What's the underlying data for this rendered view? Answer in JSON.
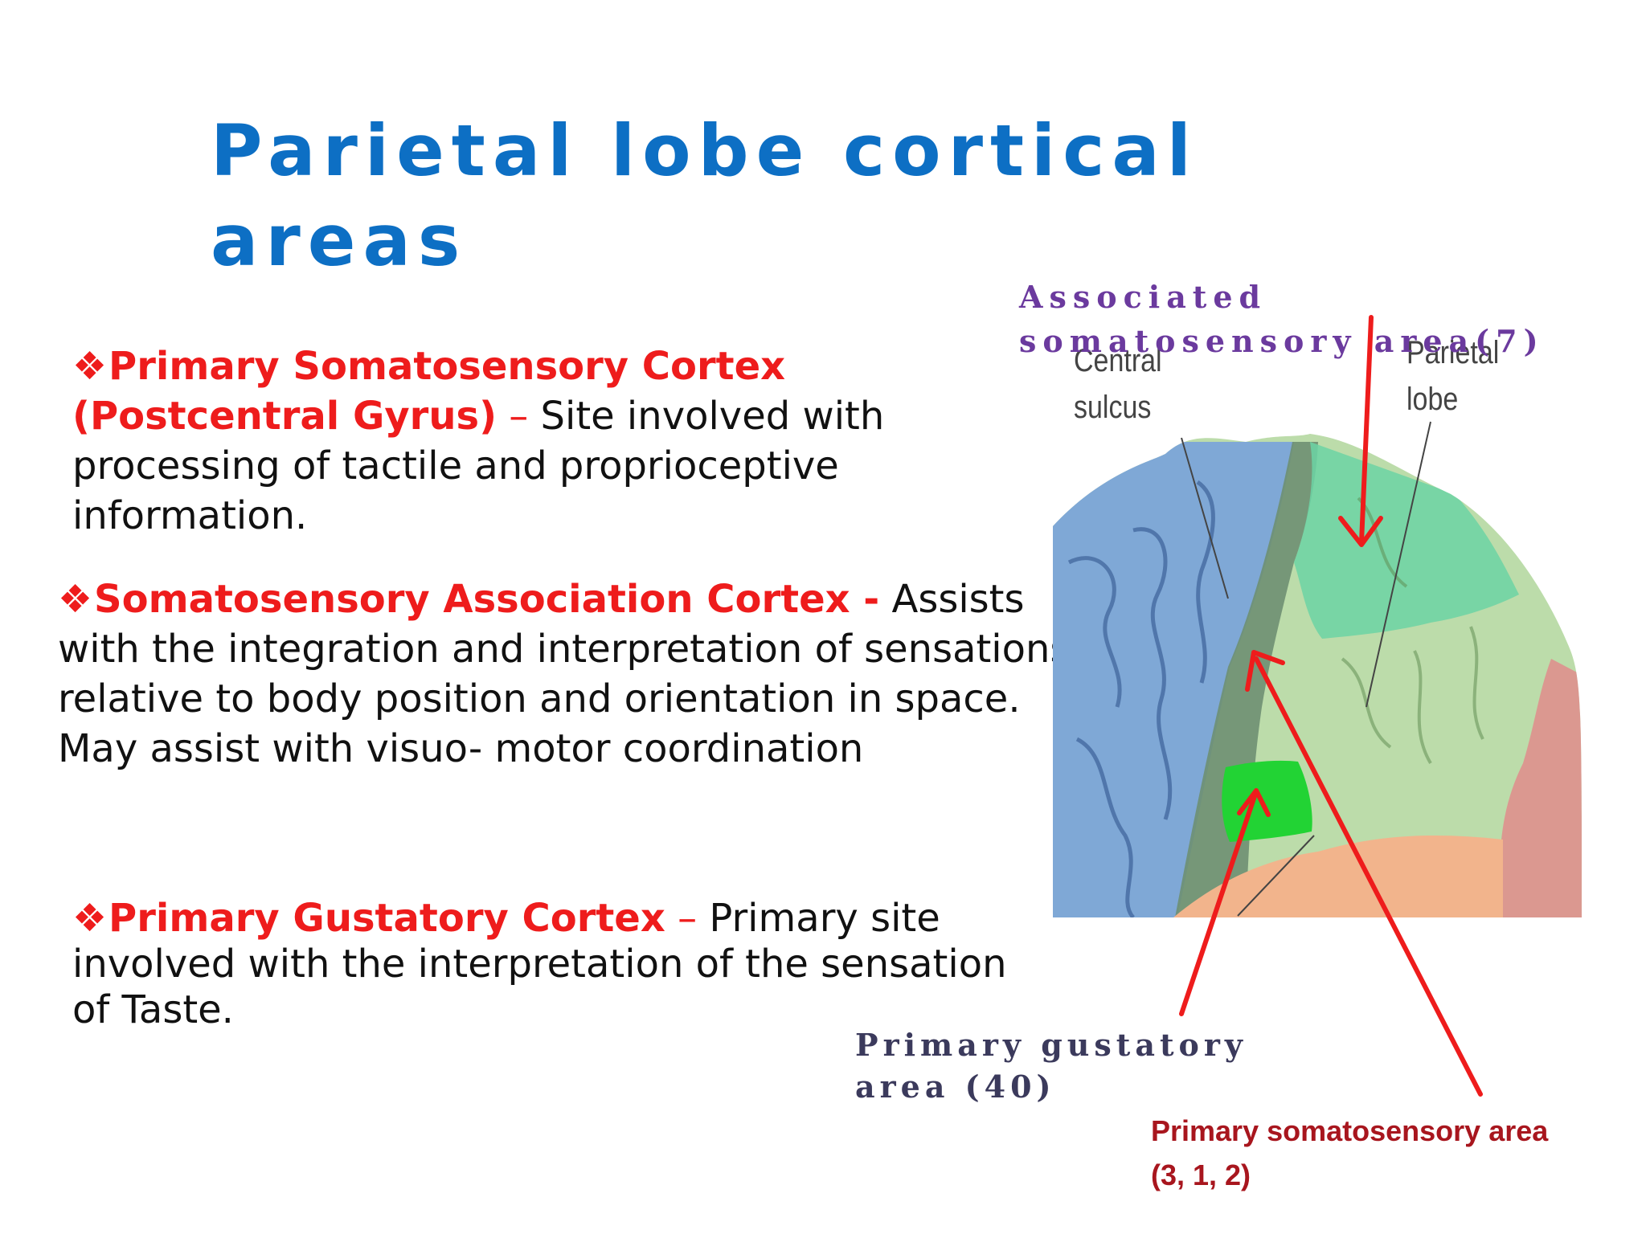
{
  "slide": {
    "title": "Parietal lobe cortical areas",
    "bullet_marker": "❖",
    "bullets": [
      {
        "heading": "Primary Somatosensory Cortex (Postcentral Gyrus)",
        "separator": " – ",
        "text": "Site involved with processing of tactile and proprioceptive information."
      },
      {
        "heading": "Somatosensory Association Cortex -",
        "separator": " ",
        "text": "Assists with the integration and interpretation of sensations relative to body position and orientation in space. May assist with visuo- motor coordination"
      },
      {
        "heading": "Primary Gustatory Cortex",
        "separator": " – ",
        "text": "Primary site involved with the interpretation of the sensation of Taste."
      }
    ]
  },
  "diagram": {
    "labels": {
      "associated": "Associated somatosensory area(7)",
      "central_sulcus": "Central sulcus",
      "parietal_lobe": "Parietal lobe",
      "gustatory": "Primary gustatory area (40)",
      "somatosensory": "Primary somatosensory area (3, 1, 2)"
    },
    "colors": {
      "frontal": "#7fa8d6",
      "postcentral": "#6e8f72",
      "parietal": "#bcdcaa",
      "association": "#6cd3a4",
      "gustatory": "#22d334",
      "occipital": "#e08c8c",
      "temporal": "#f2b48c",
      "arrow": "#ee1c1c"
    }
  }
}
